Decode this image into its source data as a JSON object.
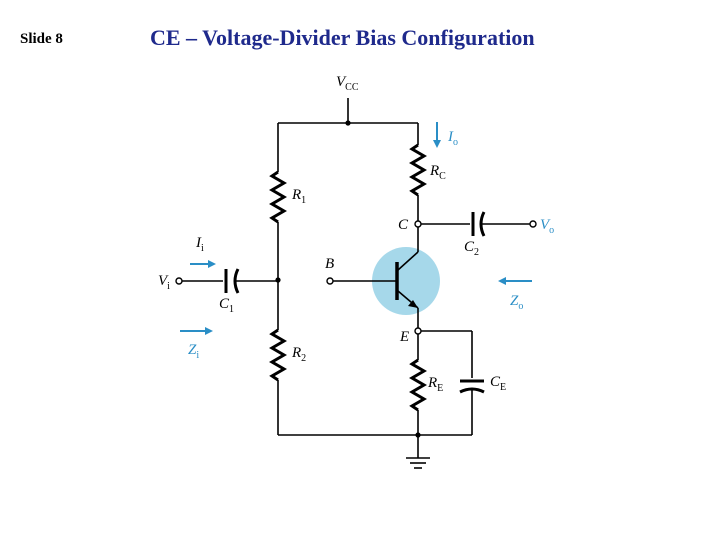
{
  "slide": {
    "label": "Slide 8",
    "title": "CE – Voltage-Divider Bias Configuration"
  },
  "circuit": {
    "vcc": {
      "main": "V",
      "sub": "CC"
    },
    "io": {
      "main": "I",
      "sub": "o"
    },
    "rc": {
      "main": "R",
      "sub": "C"
    },
    "r1": {
      "main": "R",
      "sub": "1"
    },
    "r2": {
      "main": "R",
      "sub": "2"
    },
    "re": {
      "main": "R",
      "sub": "E"
    },
    "c_node": "C",
    "b_node": "B",
    "e_node": "E",
    "vo": {
      "main": "V",
      "sub": "o"
    },
    "c2": {
      "main": "C",
      "sub": "2"
    },
    "ii": {
      "main": "I",
      "sub": "i"
    },
    "vi": {
      "main": "V",
      "sub": "i"
    },
    "c1": {
      "main": "C",
      "sub": "1"
    },
    "zi": {
      "main": "Z",
      "sub": "i"
    },
    "zo": {
      "main": "Z",
      "sub": "o"
    },
    "ce": {
      "main": "C",
      "sub": "E"
    }
  },
  "colors": {
    "title": "#1f2a8c",
    "accent": "#2a8ec6",
    "transistor_fill": "#a6d8ea"
  }
}
